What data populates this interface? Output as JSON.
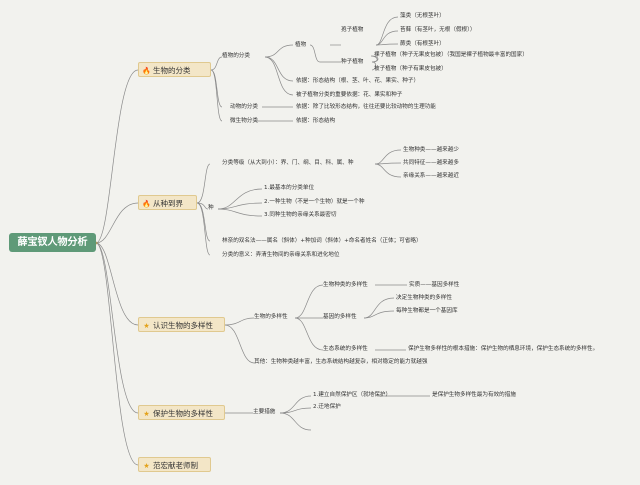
{
  "root": "薛宝钗人物分析",
  "icons": {
    "fire": "fire-icon",
    "star": "star-icon",
    "colors": {
      "root_bg": "#5f9a78",
      "branch_bg": "#f3e6c7",
      "line": "#8a8a8a",
      "fire": "#e5502a",
      "star": "#e3a21a"
    }
  },
  "b1": {
    "label": "生物的分类",
    "plant": "植物的分类",
    "seedplant": "植物",
    "spore": "孢子植物",
    "algae": "藻类（无根茎叶）",
    "moss": "苔藓（有茎叶，无根（假根））",
    "fern": "蕨类（有根茎叶）",
    "seed": "种子植物",
    "gymno": "裸子植物（种子无果皮包被）（我国是裸子植物最丰富的国家）",
    "angio": "被子植物（种子有果皮包被）",
    "basis1": "依据：形态结构（根、茎、叶、花、果实、种子）",
    "basis2": "被子植物分类的重要依据：花、果实和种子",
    "animal": "动物的分类",
    "animal_basis": "依据：除了比较形态结构，往往还要比较动物的生理功能",
    "micro": "微生物分类",
    "micro_basis": "依据：形态结构"
  },
  "b2": {
    "label": "从种到界",
    "ranks": "分类等级（从大到小）：界、门、纲、目、科、属、种",
    "r1": "生物种类——越来越少",
    "r2": "共同特征——越来越多",
    "r3": "亲缘关系——越来越近",
    "species": "种",
    "s1": "1.最基本的分类单位",
    "s2": "2.一种生物（不是一个生物）就是一个种",
    "s3": "3.同种生物的亲缘关系最密切",
    "binomial": "林奈的双名法——属名（斜体）+种加词（斜体）+命名者姓名（正体；可省略）",
    "meaning": "分类的意义：弄清生物间的亲缘关系和进化地位"
  },
  "b3": {
    "label": "认识生物的多样性",
    "diversity": "生物的多样性",
    "species_div": "生物种类的多样性",
    "essence": "实质——基因多样性",
    "gene_div": "基因的多样性",
    "g1": "决定生物种类的多样性",
    "g2": "每种生物都是一个基因库",
    "eco_div": "生态系统的多样性",
    "protect": "保护生物多样性的根本措施：保护生物的栖息环境，保护生态系统的多样性。",
    "other": "其他：生物种类越丰富，生态系统结构越复杂，相对稳定的能力就越强"
  },
  "b4": {
    "label": "保护生物的多样性",
    "main": "主要措施",
    "m1": "1.建立自然保护区（就地保护）",
    "m1note": "是保护生物多样性最为有效的措施",
    "m2": "2.迁地保护"
  },
  "b5": {
    "label": "范宏献老师制"
  }
}
